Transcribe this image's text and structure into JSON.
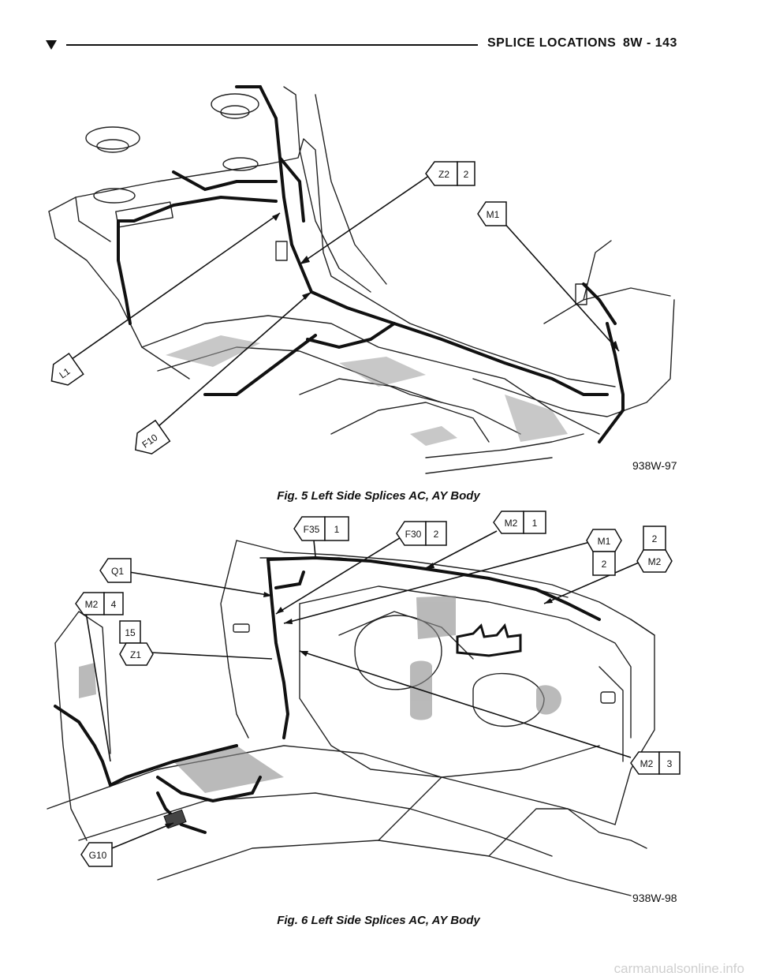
{
  "header": {
    "title": "SPLICE LOCATIONS",
    "page": "8W - 143"
  },
  "figure5": {
    "art_code": "938W-97",
    "caption": "Fig. 5 Left Side Splices AC, AY Body",
    "callouts": {
      "z2": {
        "code": "Z2",
        "num": "2"
      },
      "m1": {
        "code": "M1"
      },
      "l1": {
        "code": "L1"
      },
      "f10": {
        "code": "F10"
      }
    }
  },
  "figure6": {
    "art_code": "938W-98",
    "caption": "Fig. 6 Left Side Splices AC, AY Body",
    "callouts": {
      "f35": {
        "code": "F35",
        "num": "1"
      },
      "f30": {
        "code": "F30",
        "num": "2"
      },
      "m2a": {
        "code": "M2",
        "num": "1"
      },
      "m1": {
        "code": "M1",
        "num": "2"
      },
      "m2b": {
        "code": "M2",
        "num": "2"
      },
      "q1": {
        "code": "Q1"
      },
      "m2c": {
        "code": "M2",
        "num": "4"
      },
      "z1": {
        "code": "Z1",
        "num": "15"
      },
      "m2d": {
        "code": "M2",
        "num": "3"
      },
      "g10": {
        "code": "G10"
      }
    }
  },
  "footer": "carmanualsonline.info"
}
